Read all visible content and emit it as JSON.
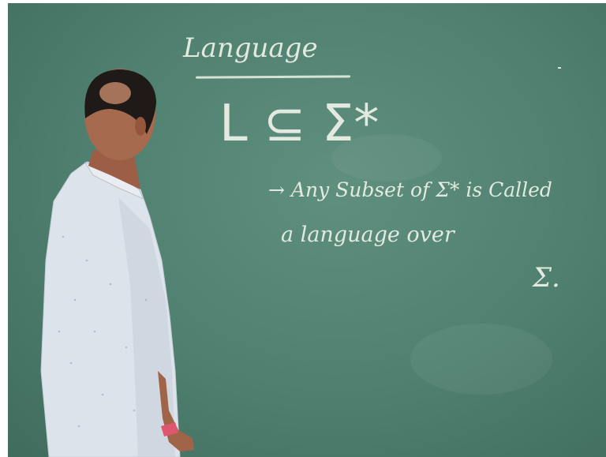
{
  "board": {
    "title": "Language",
    "formula": "L ⊆ Σ*",
    "line1": "→ Any Subset of Σ* is Called",
    "line2": "a language over",
    "line3": "Σ."
  },
  "colors": {
    "board": "#4f7f6f",
    "chalk": "#eef2ea",
    "shirt": "#dde3ea",
    "skin": "#a86a4e",
    "hair": "#1f1a18",
    "wristband": "#e05570"
  }
}
